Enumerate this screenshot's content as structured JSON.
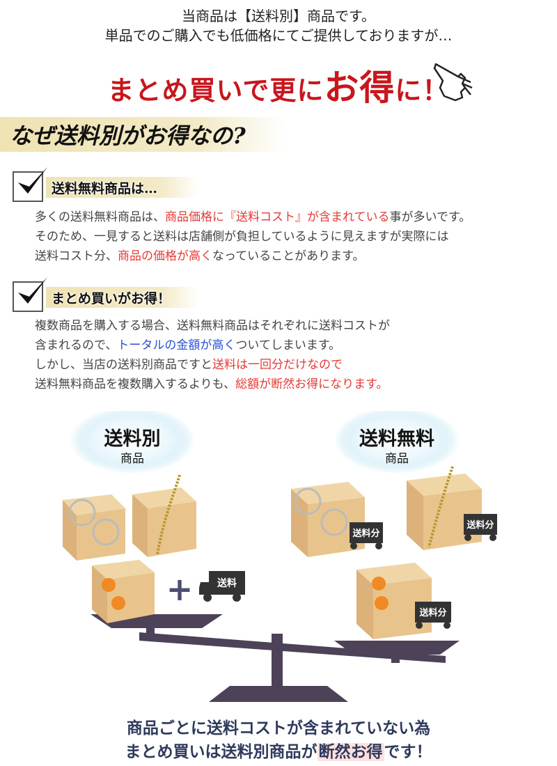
{
  "intro": {
    "line1": "当商品は【送料別】商品です。",
    "line2": "単品でのご購入でも低価格にてご提供しておりますが…",
    "headline_a": "まとめ買いで更に",
    "headline_b": "お得",
    "headline_c": "に！"
  },
  "section_banner": "なぜ送料別がお得なの?",
  "point1": {
    "heading": "送料無料商品は…",
    "l1a": "多くの送料無料商品は、",
    "l1b": "商品価格に『送料コスト』が含まれている",
    "l1c": "事が多いです。",
    "l2": "そのため、一見すると送料は店舗側が負担しているように見えますが実際には",
    "l3a": "送料コスト分、",
    "l3b": "商品の価格が高く",
    "l3c": "なっていることがあります。"
  },
  "point2": {
    "heading": "まとめ買いがお得！",
    "l1": "複数商品を購入する場合、送料無料商品はそれぞれに送料コストが",
    "l2a": "含まれるので、",
    "l2b": "トータルの金額が高く",
    "l2c": "ついてしまいます。",
    "l3a": "しかし、当店の送料別商品ですと",
    "l3b": "送料は一回分だけなので",
    "l4a": "送料無料商品を複数購入するよりも、",
    "l4b": "総額が断然お得になります。"
  },
  "illustration": {
    "left_title": "送料別",
    "left_sub": "商品",
    "right_title": "送料無料",
    "right_sub": "商品",
    "plus": "+",
    "truck_left": "送料",
    "truck_right": "送料分"
  },
  "conclusion": {
    "line1": "商品ごとに送料コストが含まれていない為",
    "line2a": "まとめ買いは送料別商品が",
    "line2b": "断然お得",
    "line2c": "です！"
  },
  "colors": {
    "accent_red": "#c8161d",
    "text_red": "#e53935",
    "text_blue": "#2b4fd6",
    "banner": "#efe3b3",
    "box": "#e8c48c"
  }
}
